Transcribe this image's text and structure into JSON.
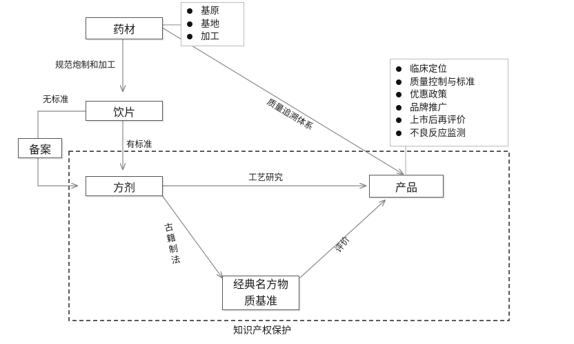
{
  "nodes": {
    "herb": "药材",
    "slices": "饮片",
    "record": "备案",
    "formula": "方剂",
    "product": "产品",
    "reference_line1": "经典名方物",
    "reference_line2": "质基准"
  },
  "herb_notes": [
    "基原",
    "基地",
    "加工"
  ],
  "product_notes": [
    "临床定位",
    "质量控制与标准",
    "优惠政策",
    "品牌推广",
    "上市后再评价",
    "不良反应监测"
  ],
  "edges": {
    "herb_to_slices": "规范炮制和加工",
    "no_standard": "无标准",
    "has_standard": "有标准",
    "process_research": "工艺研究",
    "quality_trace": "质量追溯体系",
    "ancient_method": "古籍制法",
    "evaluation": "评价"
  },
  "region": {
    "ip_protection": "知识产权保护"
  }
}
